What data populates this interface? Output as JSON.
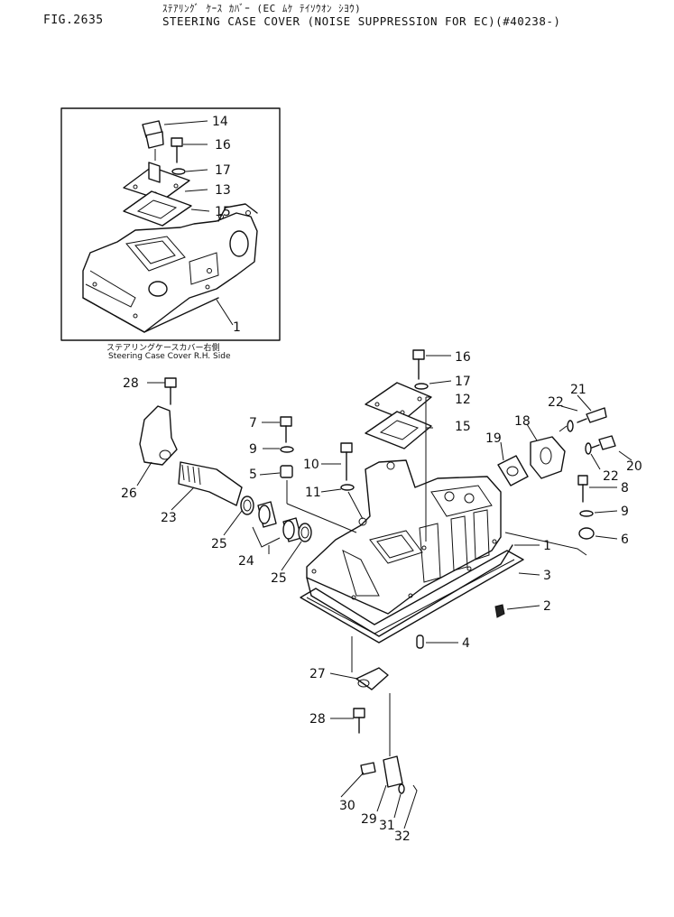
{
  "header": {
    "figure_no": "FIG.2635",
    "subtitle_jp": "ｽﾃｱﾘﾝｸﾞ ｹｰｽ ｶﾊﾞｰ (EC ﾑｹ ﾃｲｿｳｵﾝ ｼﾖｳ)",
    "title_en": "STEERING CASE COVER (NOISE SUPPRESSION FOR EC)(#40238-)"
  },
  "inset": {
    "caption_jp": "ステアリングケースカバー右側",
    "caption_en": "Steering Case Cover R.H. Side",
    "callouts": [
      "14",
      "16",
      "17",
      "13",
      "15",
      "1"
    ]
  },
  "main": {
    "callouts": [
      "16",
      "17",
      "12",
      "15",
      "21",
      "22",
      "18",
      "19",
      "20",
      "22",
      "8",
      "9",
      "6",
      "1",
      "3",
      "2",
      "4",
      "28",
      "7",
      "9",
      "10",
      "5",
      "11",
      "26",
      "23",
      "25",
      "24",
      "25",
      "27",
      "28",
      "30",
      "29",
      "31",
      "32"
    ]
  }
}
